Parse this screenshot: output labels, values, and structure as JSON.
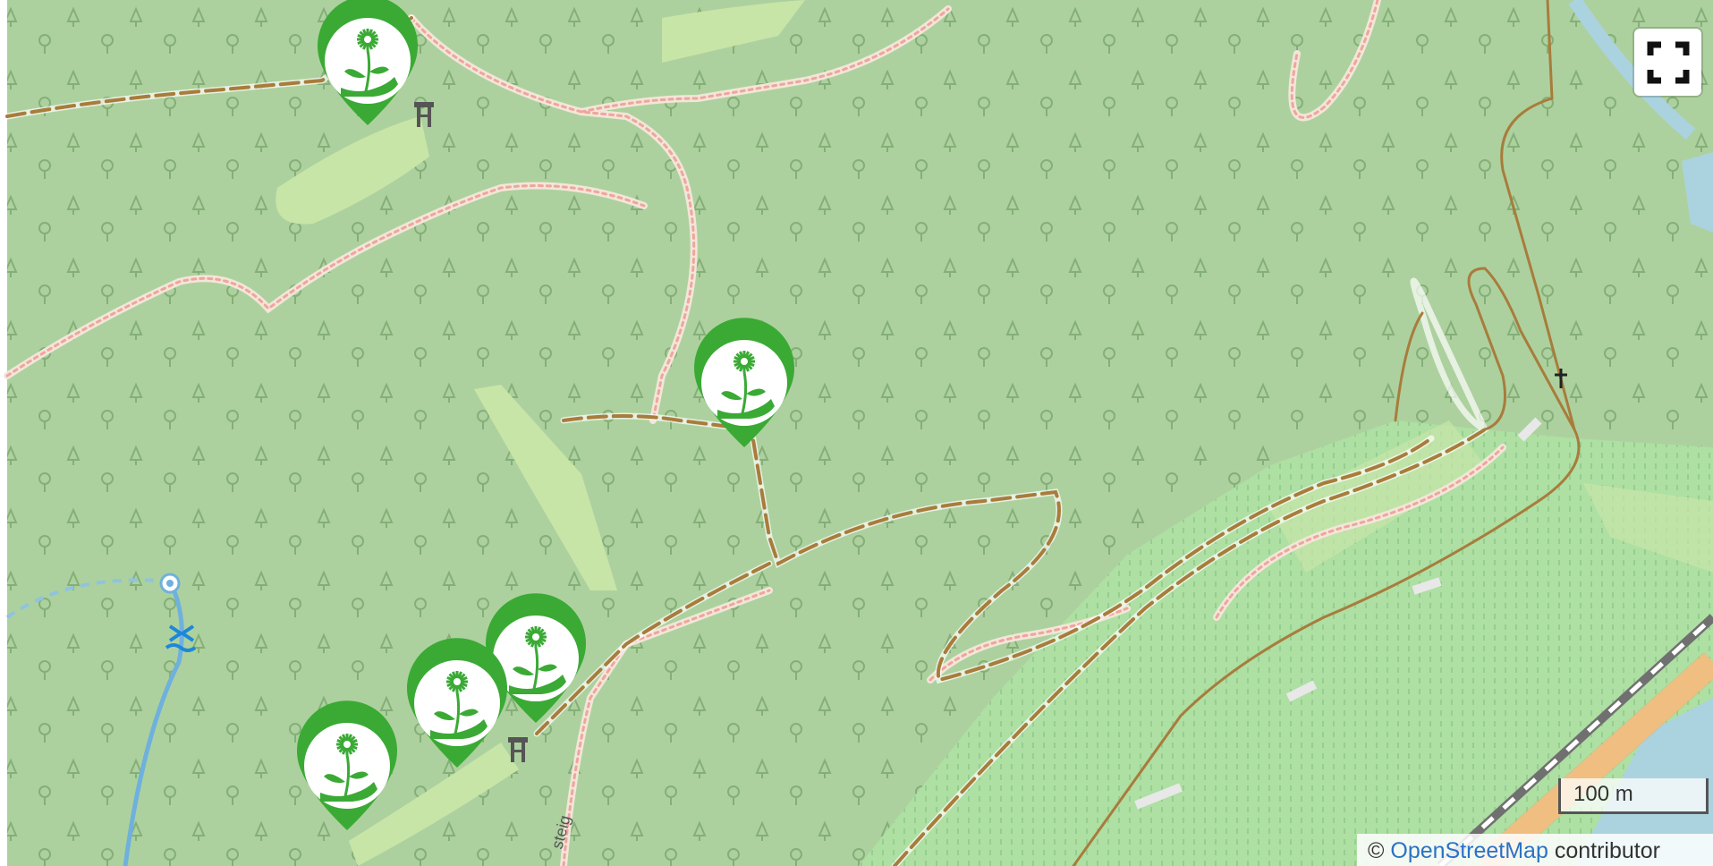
{
  "map": {
    "colors": {
      "forest": "#add19e",
      "vineyard": "#aedfa3",
      "meadow": "#c8e5a8",
      "track": "#a87c3c",
      "path": "#f2e6da",
      "pathDash": "#f1a59a",
      "water": "#aad3df",
      "stream": "#6fb1dd",
      "railway": "#707070",
      "road": "#f8c98d",
      "markerGreen": "#3aaa35"
    },
    "markers": [
      {
        "name": "plant-marker-1",
        "icon": "flower-hand-icon"
      },
      {
        "name": "plant-marker-2",
        "icon": "flower-hand-icon"
      },
      {
        "name": "plant-marker-3",
        "icon": "flower-hand-icon"
      },
      {
        "name": "plant-marker-4",
        "icon": "flower-hand-icon"
      },
      {
        "name": "plant-marker-5",
        "icon": "flower-hand-icon"
      }
    ],
    "street_label": "steig"
  },
  "controls": {
    "fullscreen_icon": "fullscreen-icon"
  },
  "scale": {
    "label": "100 m"
  },
  "attribution": {
    "prefix": "© ",
    "link": "OpenStreetMap",
    "suffix": " contributor"
  }
}
